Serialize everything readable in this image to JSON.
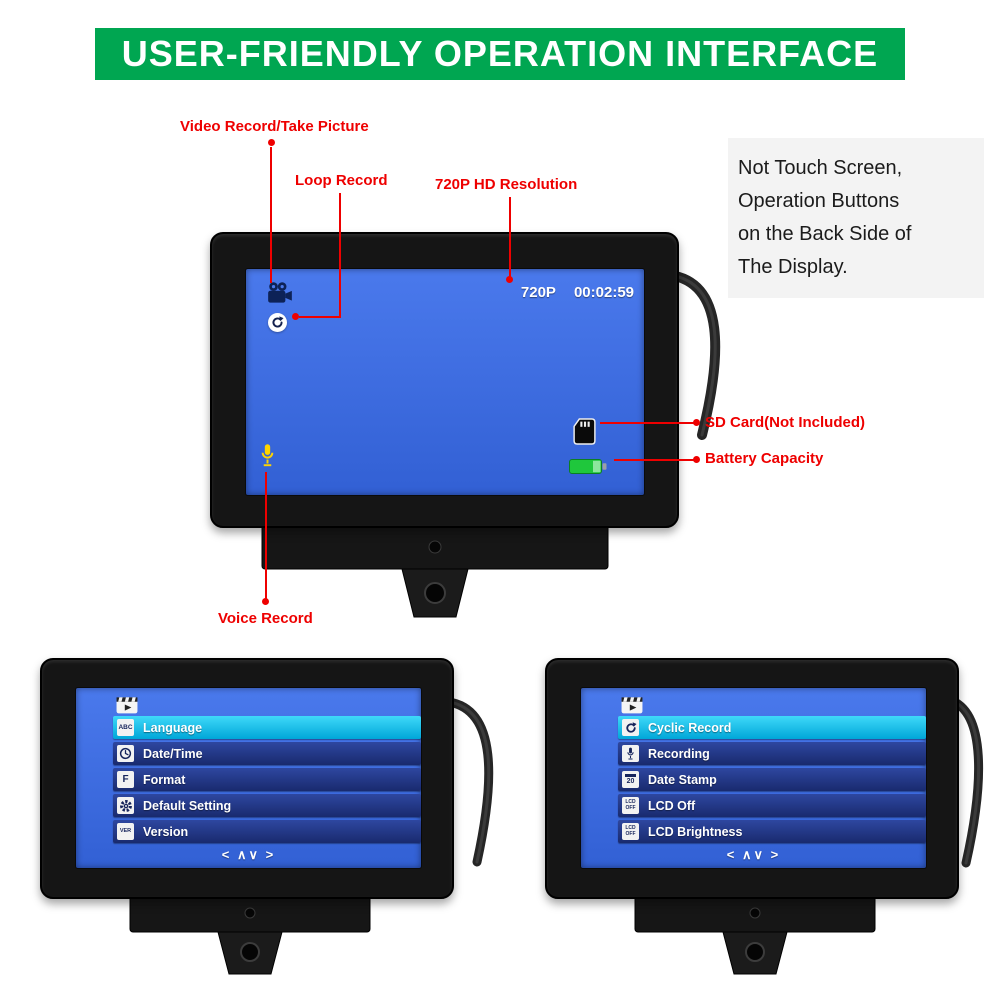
{
  "header": {
    "title": "USER-FRIENDLY OPERATION INTERFACE"
  },
  "colors": {
    "accent_green": "#00a651",
    "screen_blue": "#3a6be0",
    "highlight_cyan": "#00c3f0",
    "annotation_red": "#ee0000",
    "battery_green": "#1fc73c",
    "mic_yellow": "#ffd400"
  },
  "annotations": {
    "video_record": "Video Record/Take Picture",
    "loop_record": "Loop Record",
    "resolution": "720P HD Resolution",
    "sd_card": "SD Card(Not Included)",
    "battery": "Battery Capacity",
    "voice_record": "Voice Record",
    "note_lines": [
      "Not Touch Screen,",
      "Operation Buttons",
      "on the Back Side of",
      "The Display."
    ]
  },
  "main_screen": {
    "resolution_label": "720P",
    "timer": "00:02:59"
  },
  "menu_left": {
    "items": [
      {
        "icon": "language-icon",
        "icon_text": "ABC",
        "label": "Language",
        "selected": true
      },
      {
        "icon": "clock-icon",
        "label": "Date/Time",
        "selected": false
      },
      {
        "icon": "format-icon",
        "icon_text": "F",
        "label": "Format",
        "selected": false
      },
      {
        "icon": "gear-icon",
        "label": "Default Setting",
        "selected": false
      },
      {
        "icon": "version-icon",
        "icon_text": "VER",
        "label": "Version",
        "selected": false
      }
    ],
    "nav": "<  ∧∨  >"
  },
  "menu_right": {
    "items": [
      {
        "icon": "loop-icon",
        "label": "Cyclic Record",
        "selected": true
      },
      {
        "icon": "mic-icon",
        "label": "Recording",
        "selected": false
      },
      {
        "icon": "calendar-icon",
        "icon_text": "20",
        "label": "Date Stamp",
        "selected": false
      },
      {
        "icon": "lcd-off-icon",
        "icon_text": "LCD OFF",
        "label": "LCD Off",
        "selected": false
      },
      {
        "icon": "lcd-brightness-icon",
        "icon_text": "LCD OFF",
        "label": "LCD Brightness",
        "selected": false
      }
    ],
    "nav": "<  ∧∨  >"
  }
}
